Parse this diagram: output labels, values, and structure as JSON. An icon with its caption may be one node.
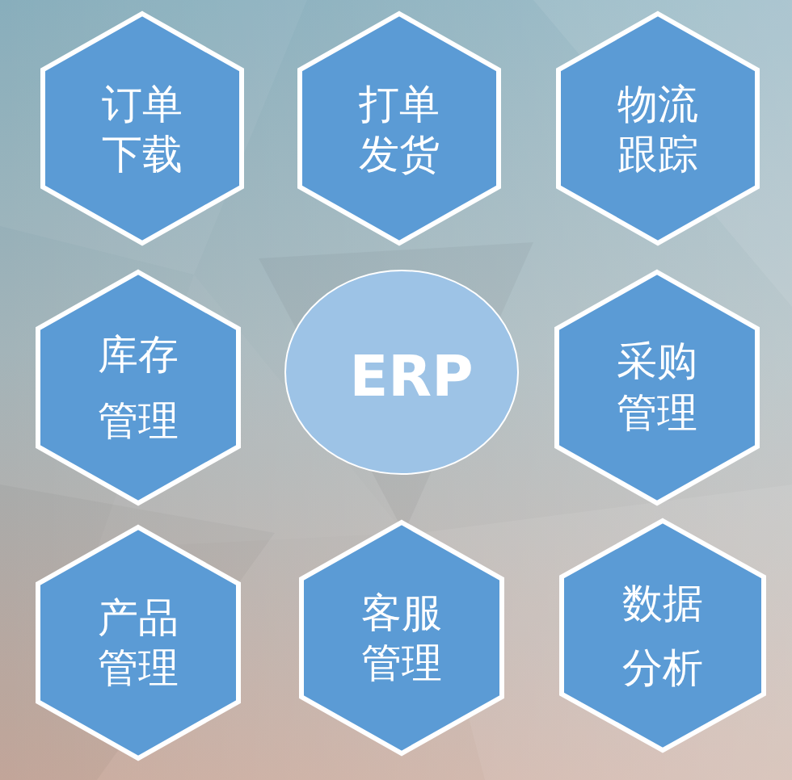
{
  "diagram": {
    "nodes": [
      {
        "text": [
          "订单下载"
        ]
      },
      {
        "text": [
          "打单发货"
        ]
      },
      {
        "text": [
          "物流跟踪"
        ]
      },
      {
        "text": [
          "库存管理"
        ]
      },
      {
        "text": [
          "ERP"
        ]
      },
      {
        "text": [
          "采购管理"
        ]
      },
      {
        "text": [
          "产品管理"
        ]
      },
      {
        "text": [
          "客服管理"
        ]
      },
      {
        "text": [
          "数据分析"
        ]
      }
    ]
  }
}
